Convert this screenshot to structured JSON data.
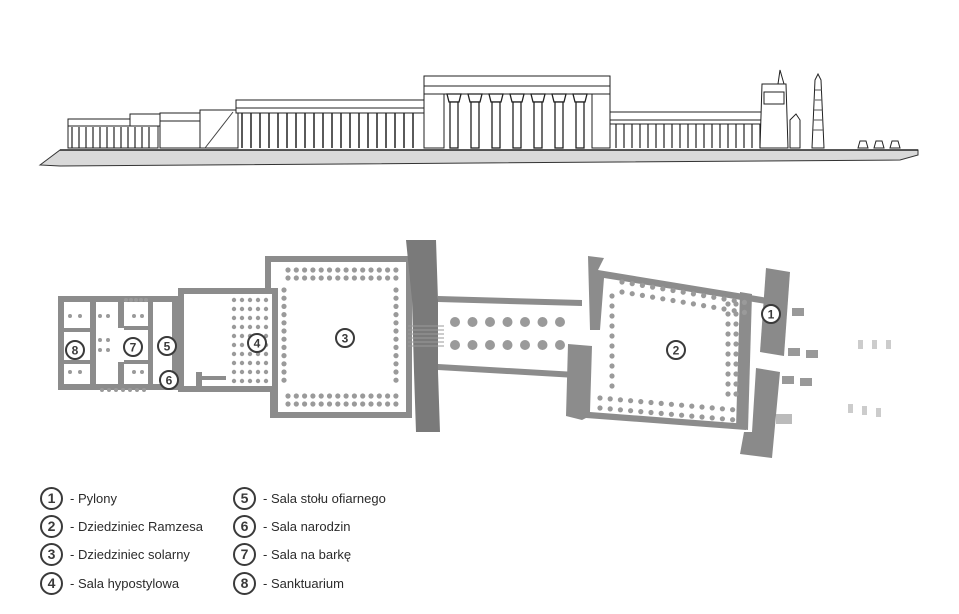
{
  "rooms": [
    {
      "number": "1",
      "label": "- Pylony"
    },
    {
      "number": "2",
      "label": "- Dziedziniec Ramzesa"
    },
    {
      "number": "3",
      "label": "- Dziedziniec solarny"
    },
    {
      "number": "4",
      "label": "- Sala hypostylowa"
    },
    {
      "number": "5",
      "label": "- Sala stołu ofiarnego"
    },
    {
      "number": "6",
      "label": "- Sala narodzin"
    },
    {
      "number": "7",
      "label": "- Sala na barkę"
    },
    {
      "number": "8",
      "label": "- Sanktuarium"
    }
  ],
  "colors": {
    "wall": "#8c8c8c",
    "column": "#9a9a9a",
    "ink": "#3a3a3a",
    "elevation": "#222222"
  }
}
